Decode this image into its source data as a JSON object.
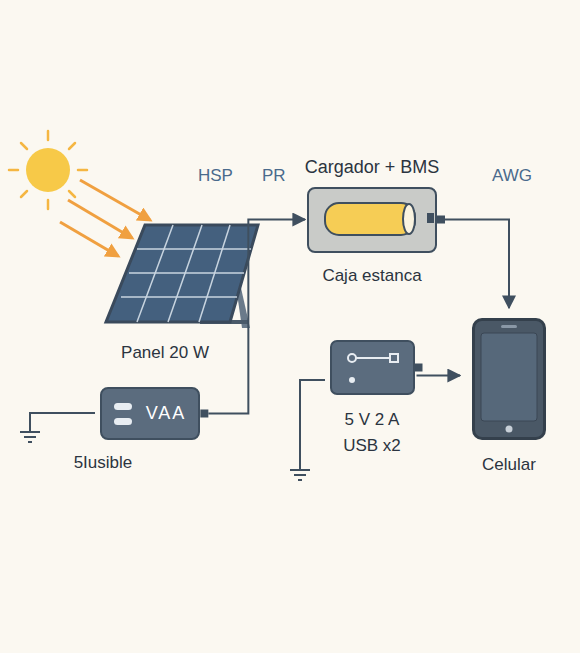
{
  "diagram": {
    "nodes": [
      {
        "text": [
          "Cargador + BMS",
          "Caja estanca"
        ]
      },
      {
        "text": [
          "Panel 20 W"
        ]
      },
      {
        "text": [
          "VAA",
          "5Iusible"
        ]
      },
      {
        "text": [
          "5 V 2 A USB x2"
        ]
      },
      {
        "text": [
          "Celular"
        ]
      }
    ],
    "edges": [
      {
        "from": 2,
        "to": 0,
        "arrow": "to"
      },
      {
        "from": 0,
        "to": 4,
        "arrow": "to"
      },
      {
        "from": 3,
        "to": 4,
        "arrow": "to"
      }
    ],
    "labels": [
      "HSP",
      "PR",
      "AWG"
    ]
  }
}
